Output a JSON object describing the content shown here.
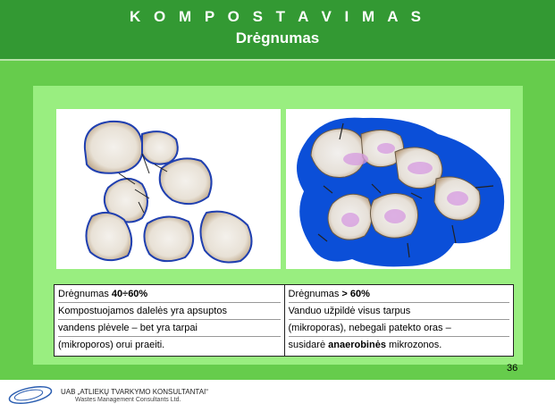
{
  "header": {
    "title": "K O M P O S T A V I M A S",
    "subtitle": "Drėgnumas"
  },
  "left": {
    "heading_pre": "Drėgnumas ",
    "heading_value": "40÷60%",
    "line1": "Kompostuojamos dalelės yra apsuptos",
    "line2": "vandens plėvele – bet yra tarpai",
    "line3": "(mikroporos) orui praeiti."
  },
  "right": {
    "heading_pre": "Drėgnumas ",
    "heading_value": "> 60%",
    "line1": "Vanduo užpildė visus tarpus",
    "line2": "(mikroporas), nebegali patekto oras –",
    "line3_pre": "susidarė ",
    "line3_bold": "anaerobinės",
    "line3_post": " mikrozonos."
  },
  "page_number": "36",
  "footer": {
    "company": "UAB „ATLIEKŲ TVARKYMO KONSULTANTAI“",
    "company_en": "Wastes Management Consultants Ltd."
  },
  "colors": {
    "header_bg": "#339933",
    "slide_bg": "#66cc4c",
    "panel_bg": "#99ee80",
    "water_blue": "#0b4fd8",
    "particle_tan": "#b9a182"
  }
}
